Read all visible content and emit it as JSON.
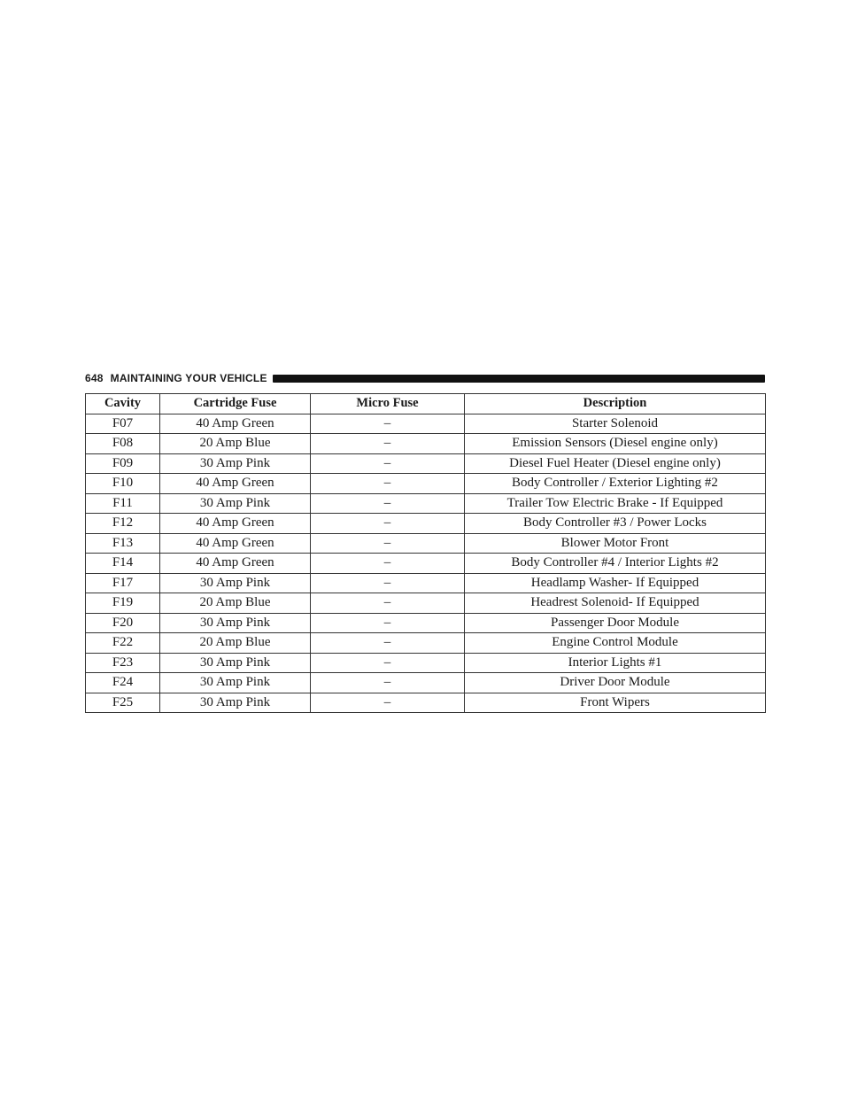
{
  "header": {
    "page_number": "648",
    "section_title": "MAINTAINING YOUR VEHICLE"
  },
  "table": {
    "columns": [
      "Cavity",
      "Cartridge Fuse",
      "Micro Fuse",
      "Description"
    ],
    "rows": [
      [
        "F07",
        "40 Amp Green",
        "–",
        "Starter Solenoid"
      ],
      [
        "F08",
        "20 Amp Blue",
        "–",
        "Emission Sensors (Diesel engine only)"
      ],
      [
        "F09",
        "30 Amp Pink",
        "–",
        "Diesel Fuel Heater (Diesel engine only)"
      ],
      [
        "F10",
        "40 Amp Green",
        "–",
        "Body Controller / Exterior Lighting #2"
      ],
      [
        "F11",
        "30 Amp Pink",
        "–",
        "Trailer Tow Electric Brake - If Equipped"
      ],
      [
        "F12",
        "40 Amp Green",
        "–",
        "Body Controller #3 / Power Locks"
      ],
      [
        "F13",
        "40 Amp Green",
        "–",
        "Blower Motor Front"
      ],
      [
        "F14",
        "40 Amp Green",
        "–",
        "Body Controller #4 / Interior Lights #2"
      ],
      [
        "F17",
        "30 Amp Pink",
        "–",
        "Headlamp Washer- If Equipped"
      ],
      [
        "F19",
        "20 Amp Blue",
        "–",
        "Headrest Solenoid- If Equipped"
      ],
      [
        "F20",
        "30 Amp Pink",
        "–",
        "Passenger Door Module"
      ],
      [
        "F22",
        "20 Amp Blue",
        "–",
        "Engine Control Module"
      ],
      [
        "F23",
        "30 Amp Pink",
        "–",
        "Interior Lights #1"
      ],
      [
        "F24",
        "30 Amp Pink",
        "–",
        "Driver Door Module"
      ],
      [
        "F25",
        "30 Amp Pink",
        "–",
        "Front Wipers"
      ]
    ]
  }
}
